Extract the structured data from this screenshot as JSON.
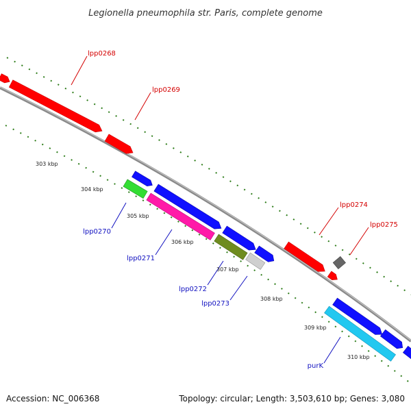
{
  "title": "Legionella pneumophila str. Paris, complete genome",
  "footer": {
    "accession": "Accession: NC_006368",
    "summary": "Topology: circular; Length: 3,503,610 bp; Genes: 3,080"
  },
  "colors": {
    "forward_label": "#d40000",
    "reverse_label": "#1010c0",
    "backbone": "#8a8a8a",
    "tick": "#2e7d1a",
    "red": "#ff0000",
    "blue": "#1010ff",
    "green": "#33dd33",
    "magenta": "#ff1aa8",
    "olive": "#6f8c1f",
    "lightgray": "#cfcfcf",
    "darkgray": "#666666",
    "cyan": "#22c8f0"
  },
  "scale_labels": [
    "303 kbp",
    "304 kbp",
    "305 kbp",
    "306 kbp",
    "307 kbp",
    "308 kbp",
    "309 kbp",
    "310 kbp"
  ],
  "gene_labels": {
    "lpp0268": "lpp0268",
    "lpp0269": "lpp0269",
    "lpp0270": "lpp0270",
    "lpp0271": "lpp0271",
    "lpp0272": "lpp0272",
    "lpp0273": "lpp0273",
    "lpp0274": "lpp0274",
    "lpp0275": "lpp0275",
    "purK": "purK"
  }
}
